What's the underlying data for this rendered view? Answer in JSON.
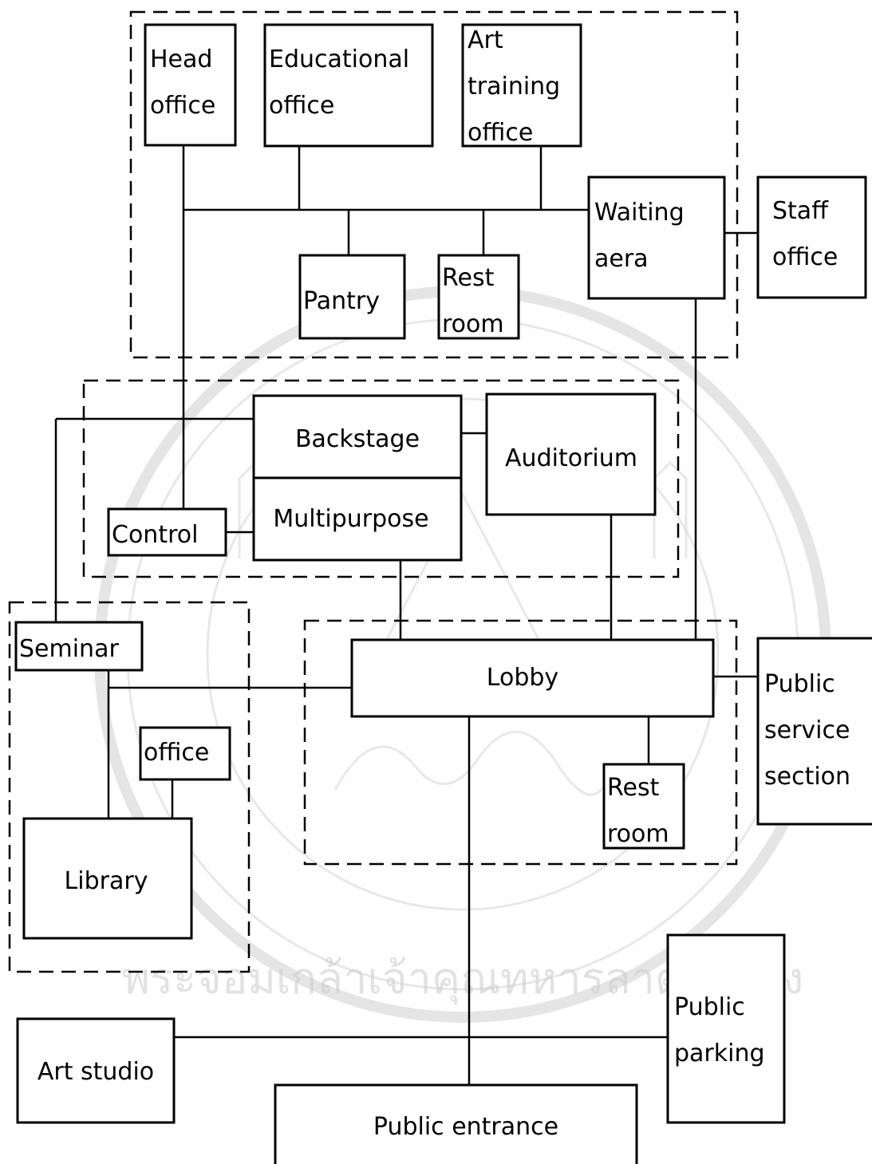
{
  "diagram": {
    "rooms": {
      "head_office": [
        "Head",
        "office"
      ],
      "educational_office": [
        "Educational",
        "office"
      ],
      "art_training_office": [
        "Art",
        "training",
        "office"
      ],
      "waiting_area": [
        "Waiting",
        "aera"
      ],
      "staff_office": [
        "Staff",
        "office"
      ],
      "pantry": [
        "Pantry"
      ],
      "rest_room_admin": [
        "Rest",
        "room"
      ],
      "backstage": [
        "Backstage"
      ],
      "multipurpose": [
        "Multipurpose"
      ],
      "auditorium": [
        "Auditorium"
      ],
      "control": [
        "Control"
      ],
      "seminar": [
        "Seminar"
      ],
      "library_office": [
        "office"
      ],
      "library": [
        "Library"
      ],
      "lobby": [
        "Lobby"
      ],
      "rest_room_lobby": [
        "Rest",
        "room"
      ],
      "public_service_section": [
        "Public",
        "service",
        "section"
      ],
      "art_studio": [
        "Art studio"
      ],
      "public_parking": [
        "Public",
        "parking"
      ],
      "public_entrance": [
        "Public entrance"
      ]
    },
    "watermark_text": "พระจอมเกล้าเจ้าคุณทหารลาดกระบัง"
  }
}
